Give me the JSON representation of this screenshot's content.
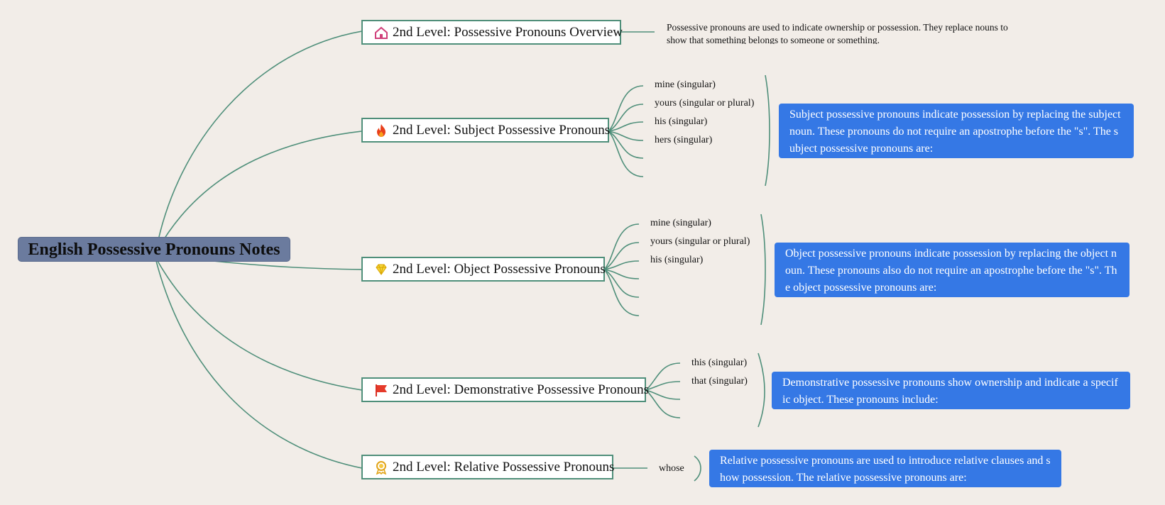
{
  "root": {
    "title": "English Possessive Pronouns Notes"
  },
  "topics": [
    {
      "label": "2nd Level: Possessive Pronouns Overview",
      "icon": "home-icon",
      "leaves": [],
      "note": "Possessive pronouns are used to indicate ownership or possession. They replace nouns to show that something belongs to someone or something."
    },
    {
      "label": "2nd Level: Subject Possessive Pronouns",
      "icon": "fire-icon",
      "leaves": [
        "mine (singular)",
        "yours (singular or plural)",
        "his (singular)",
        "hers (singular)"
      ],
      "description": "Subject possessive pronouns indicate possession by replacing the subject noun. These pronouns do not require an apostrophe before the \"s\". The subject possessive pronouns are:"
    },
    {
      "label": "2nd Level: Object Possessive Pronouns",
      "icon": "gem-icon",
      "leaves": [
        "mine (singular)",
        "yours (singular or plural)",
        "his (singular)"
      ],
      "description": "Object possessive pronouns indicate possession by replacing the object noun. These pronouns also do not require an apostrophe before the \"s\". The object possessive pronouns are:"
    },
    {
      "label": "2nd Level: Demonstrative Possessive Pronouns",
      "icon": "flag-icon",
      "leaves": [
        "this (singular)",
        "that (singular)"
      ],
      "description": "Demonstrative possessive pronouns show ownership and indicate a specific object. These pronouns include:"
    },
    {
      "label": "2nd Level: Relative Possessive Pronouns",
      "icon": "award-icon",
      "leaves": [
        "whose"
      ],
      "description": "Relative possessive pronouns are used to introduce relative clauses and show possession. The relative possessive pronouns are:"
    }
  ],
  "colors": {
    "background": "#f2ede8",
    "root_fill": "#6b7b9e",
    "connector": "#4f8f7a",
    "description_fill": "#3578e5"
  }
}
